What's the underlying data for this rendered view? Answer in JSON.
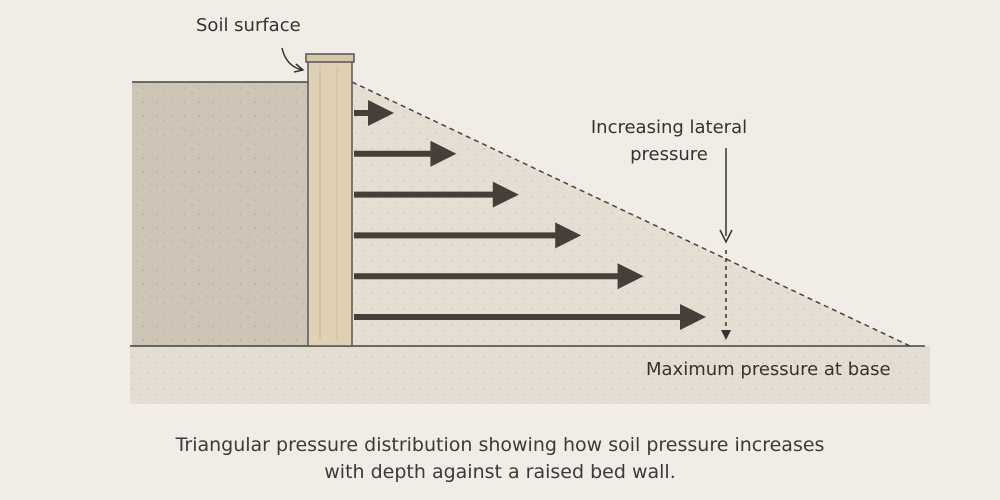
{
  "labels": {
    "soil_surface": "Soil surface",
    "lateral_pressure_line1": "Increasing lateral",
    "lateral_pressure_line2": "pressure",
    "max_pressure": "Maximum pressure at base"
  },
  "caption": {
    "line1": "Triangular pressure distribution showing how soil pressure increases",
    "line2": "with depth against a raised bed wall."
  },
  "colors": {
    "background": "#f1ede6",
    "soil_left": "#cfc5b6",
    "pressure_zone": "#e6ded2",
    "ground": "#e4ddd2",
    "wall": "#e0d1b6",
    "arrow": "#453f3a",
    "text": "#333333"
  },
  "pressure_arrows": {
    "count": 6,
    "relative_magnitude": [
      1,
      2,
      3,
      4,
      5,
      6
    ]
  }
}
